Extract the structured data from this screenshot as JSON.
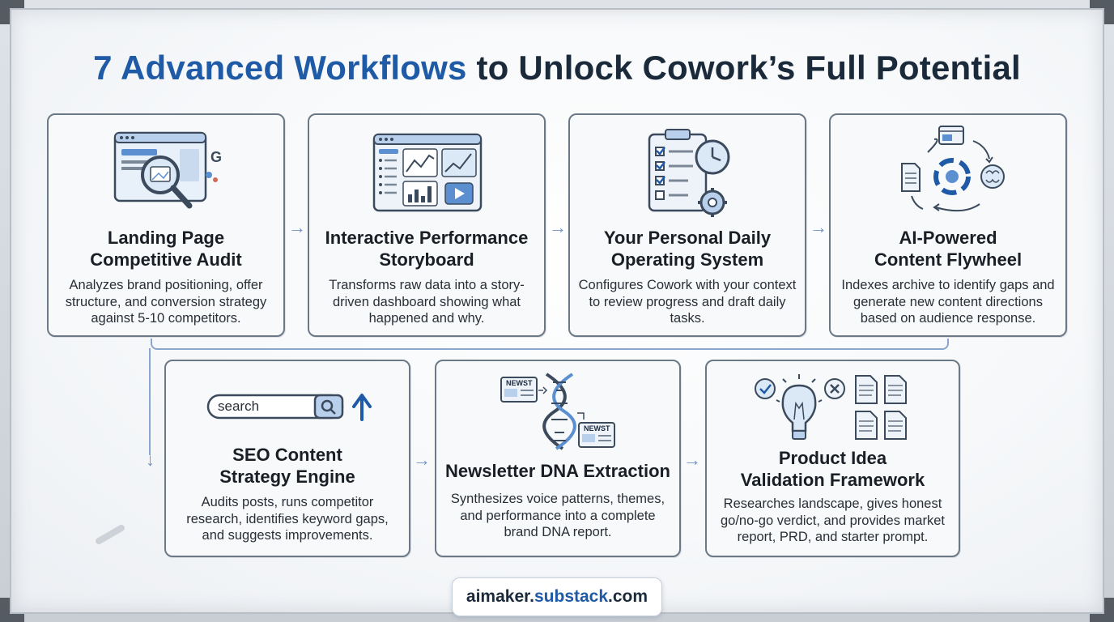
{
  "title": {
    "highlight": "7 Advanced Workflows",
    "rest": " to Unlock Cowork’s Full Potential"
  },
  "cards": [
    {
      "title": "Landing Page\nCompetitive Audit",
      "description": "Analyzes brand positioning, offer structure, and conversion strategy against 5-10 competitors.",
      "icon": "browser-magnifier-icon"
    },
    {
      "title": "Interactive Performance\nStoryboard",
      "description": "Transforms raw data into a story-driven dashboard showing what happened and why.",
      "icon": "dashboard-charts-icon"
    },
    {
      "title": "Your Personal Daily\nOperating System",
      "description": "Configures Cowork with your context to review progress and draft daily tasks.",
      "icon": "clipboard-clock-gear-icon"
    },
    {
      "title": "AI-Powered\nContent Flywheel",
      "description": "Indexes archive to identify gaps and generate new content directions based on audience response.",
      "icon": "flywheel-cycle-icon"
    },
    {
      "title": "SEO Content\nStrategy Engine",
      "description": "Audits posts, runs competitor research, identifies keyword gaps, and suggests improvements.",
      "icon": "search-bar-icon",
      "search_text": "search"
    },
    {
      "title": "Newsletter DNA Extraction",
      "description": "Synthesizes voice patterns, themes, and performance into a complete brand DNA report.",
      "icon": "dna-newspaper-icon",
      "news_label": "NEWST",
      "news_label_2": "NEWST"
    },
    {
      "title": "Product Idea\nValidation Framework",
      "description": "Researches landscape, gives honest go/no-go verdict, and provides market report, PRD, and starter prompt.",
      "icon": "lightbulb-documents-icon"
    }
  ],
  "footer": {
    "prefix": "aimaker.",
    "domain": "substack",
    "suffix": ".com"
  },
  "colors": {
    "accent": "#1f5aa6",
    "text": "#1b2a3a",
    "arrow": "#6f93c2"
  }
}
